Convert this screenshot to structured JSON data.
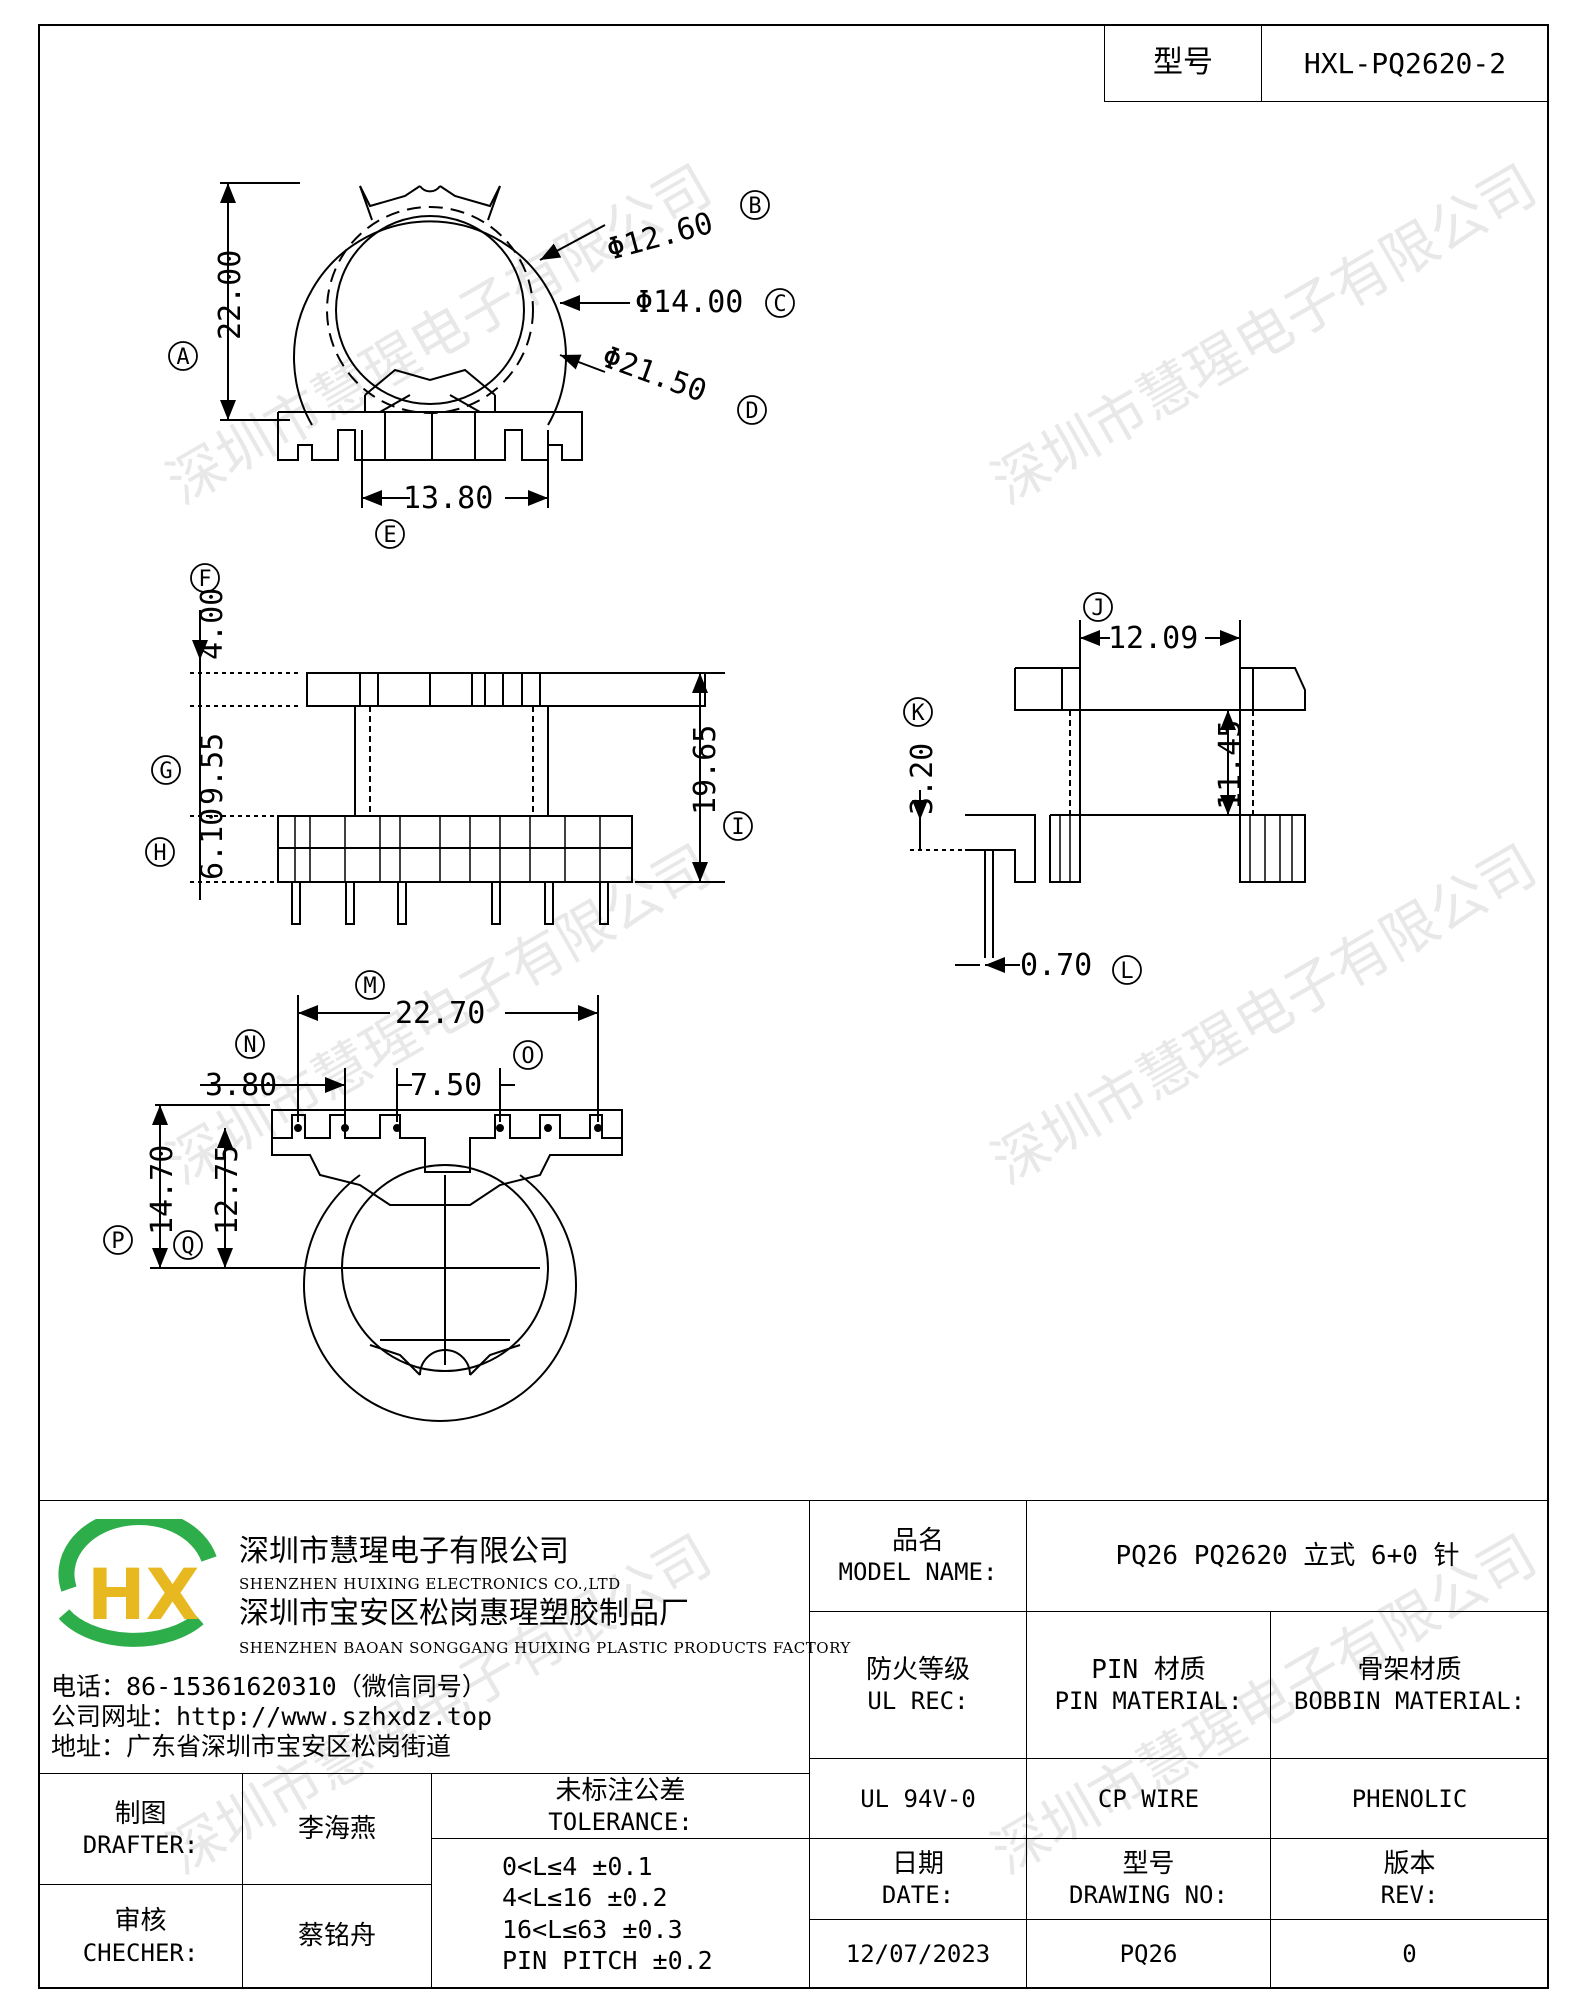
{
  "header": {
    "model_label": "型号",
    "model_value": "HXL-PQ2620-2"
  },
  "dims": {
    "A": "A",
    "B": "B",
    "C": "C",
    "D": "D",
    "E": "E",
    "F": "F",
    "G": "G",
    "H": "H",
    "I": "I",
    "J": "J",
    "K": "K",
    "L": "L",
    "M": "M",
    "N": "N",
    "O": "O",
    "P": "P",
    "Q": "Q",
    "a_val": "22.00",
    "b_val": "Φ12.60",
    "c_val": "Φ14.00",
    "d_val": "Φ21.50",
    "e_val": "13.80",
    "f_val": "4.00",
    "g_val": "9.55",
    "h_val": "6.10",
    "i_val": "19.65",
    "j_val": "12.09",
    "k_val": "3.20",
    "k2_val": "11.45",
    "l_val": "0.70",
    "m_val": "22.70",
    "n_val": "3.80",
    "o_val": "7.50",
    "p_val": "14.70",
    "q_val": "12.75"
  },
  "watermark": {
    "text": "深圳市慧瑆电子有限公司"
  },
  "company": {
    "logo_text": "HX",
    "name_cn": "深圳市慧瑆电子有限公司",
    "name_en": "SHENZHEN HUIXING ELECTRONICS CO.,LTD",
    "factory_cn": "深圳市宝安区松岗惠瑆塑胶制品厂",
    "factory_en": "SHENZHEN BAOAN SONGGANG HUIXING PLASTIC PRODUCTS FACTORY",
    "phone": "电话：86-15361620310（微信同号）",
    "website": "公司网址：http://www.szhxdz.top",
    "address": "地址：广东省深圳市宝安区松岗街道"
  },
  "title_block": {
    "model_name_cn": "品名",
    "model_name_en": "MODEL NAME:",
    "model_name_value": "PQ26 PQ2620 立式 6+0 针",
    "ul_cn": "防火等级",
    "ul_en": "UL REC:",
    "ul_value": "UL 94V-0",
    "pin_cn": "PIN 材质",
    "pin_en": "PIN MATERIAL:",
    "pin_value": "CP WIRE",
    "bobbin_cn": "骨架材质",
    "bobbin_en": "BOBBIN MATERIAL:",
    "bobbin_value": "PHENOLIC",
    "drafter_cn": "制图",
    "drafter_en": "DRAFTER:",
    "drafter_value": "李海燕",
    "checker_cn": "审核",
    "checker_en": "CHECHER:",
    "checker_value": "蔡铭舟",
    "tolerance_cn": "未标注公差",
    "tolerance_en": "TOLERANCE:",
    "tol_lines": [
      "0<L≤4  ±0.1",
      "4<L≤16 ±0.2",
      "16<L≤63 ±0.3",
      "PIN PITCH ±0.2"
    ],
    "date_cn": "日期",
    "date_en": "DATE:",
    "date_value": "12/07/2023",
    "drawing_cn": "型号",
    "drawing_en": "DRAWING NO:",
    "drawing_value": "PQ26",
    "rev_cn": "版本",
    "rev_en": "REV:",
    "rev_value": "0"
  },
  "colors": {
    "logo_green": "#2eae4a",
    "logo_yellow": "#e8b820",
    "logo_dark_green": "#1b7a35"
  }
}
